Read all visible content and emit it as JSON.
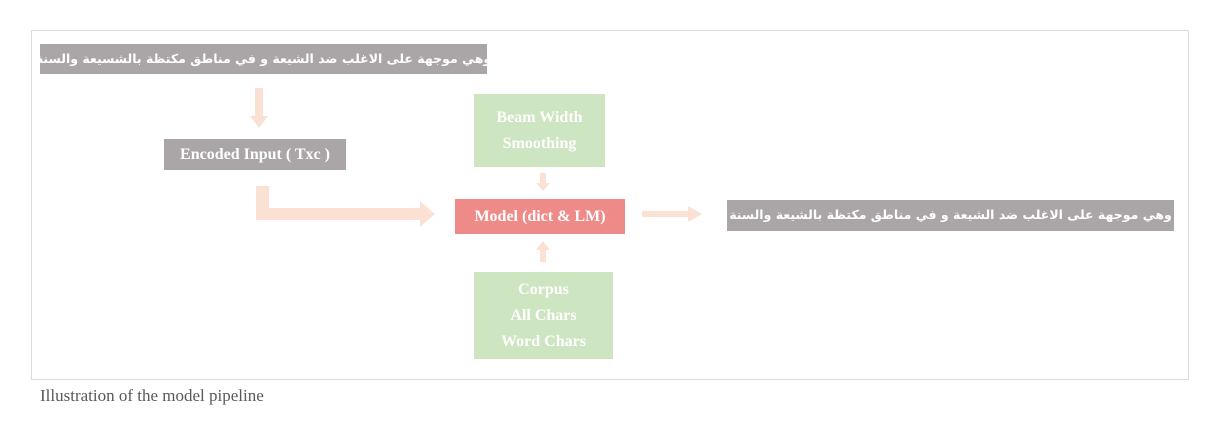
{
  "input_text": "وهي موجهة على الاغلب ضد الشيعة و في مناطق مكتظة بالشسيعة والسنة",
  "encoded_input": "Encoded Input ( Txc )",
  "params": {
    "line1": "Beam Width",
    "line2": "Smoothing"
  },
  "model": "Model (dict & LM)",
  "corpus": {
    "line1": "Corpus",
    "line2": "All Chars",
    "line3": "Word Chars"
  },
  "output_text": "وهي موجهة على الاغلب ضد الشيعة و في مناطق مكتظة بالشيعة والسنة",
  "caption": "Illustration of the model pipeline",
  "colors": {
    "gray_box": "#aaa5a6",
    "green_box": "#cde5c0",
    "model_box": "#ee8b89",
    "arrow": "#fbe0d4"
  }
}
